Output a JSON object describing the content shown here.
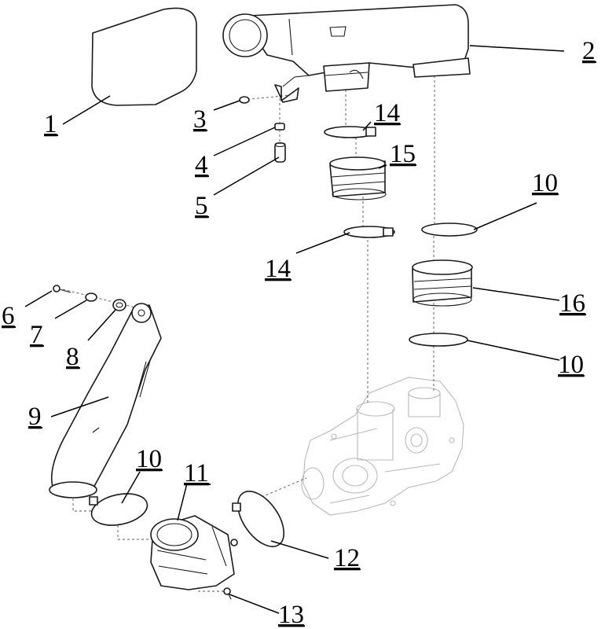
{
  "callouts": [
    {
      "id": "c1",
      "label": "1"
    },
    {
      "id": "c2",
      "label": "2"
    },
    {
      "id": "c3",
      "label": "3"
    },
    {
      "id": "c4",
      "label": "4"
    },
    {
      "id": "c5",
      "label": "5"
    },
    {
      "id": "c14a",
      "label": "14"
    },
    {
      "id": "c15",
      "label": "15"
    },
    {
      "id": "c10a",
      "label": "10"
    },
    {
      "id": "c14b",
      "label": "14"
    },
    {
      "id": "c16",
      "label": "16"
    },
    {
      "id": "c6",
      "label": "6"
    },
    {
      "id": "c7",
      "label": "7"
    },
    {
      "id": "c8",
      "label": "8"
    },
    {
      "id": "c10b",
      "label": "10"
    },
    {
      "id": "c9",
      "label": "9"
    },
    {
      "id": "c10c",
      "label": "10"
    },
    {
      "id": "c11",
      "label": "11"
    },
    {
      "id": "c12",
      "label": "12"
    },
    {
      "id": "c13",
      "label": "13"
    }
  ]
}
